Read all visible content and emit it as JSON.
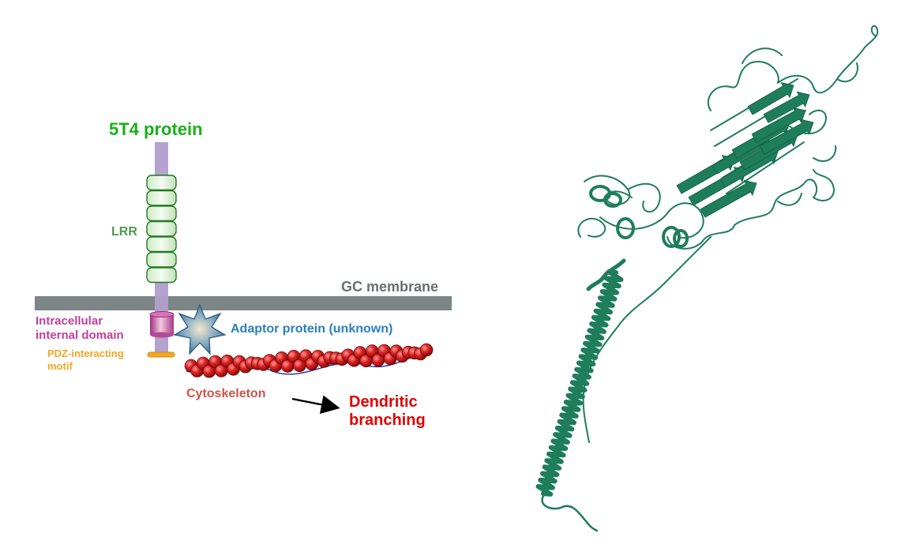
{
  "diagram": {
    "labels": {
      "protein": "5T4 protein",
      "lrr": "LRR",
      "membrane": "GC membrane",
      "intracellular_line1": "Intracellular",
      "intracellular_line2": "internal domain",
      "adaptor": "Adaptor protein (unknown)",
      "pdz_line1": "PDZ-interacting",
      "pdz_line2": "motif",
      "cytoskeleton": "Cytoskeleton",
      "dendritic_line1": "Dendritic",
      "dendritic_line2": "branching"
    },
    "colors": {
      "protein_label": "#17b017",
      "lrr_label": "#4e9a4e",
      "lrr_segment_fill": "#dff2dc",
      "lrr_segment_stroke": "#1f7a1f",
      "stalk": "#b4a2cf",
      "membrane": "#7e8587",
      "membrane_label": "#6a6f71",
      "intracellular": "#c0409a",
      "adaptor_label": "#2a7fc0",
      "adaptor_star": "#2f5f86",
      "pdz": "#f5a623",
      "cytoskeleton_label": "#d0524a",
      "bead": "#d42020",
      "dendritic_label": "#e00000",
      "arrow": "#000000",
      "ribbon": "#1e7d5a"
    },
    "lrr_segment_count": 7,
    "bead_count": 40
  },
  "structure": {
    "icon": "protein-ribbon-structure"
  }
}
